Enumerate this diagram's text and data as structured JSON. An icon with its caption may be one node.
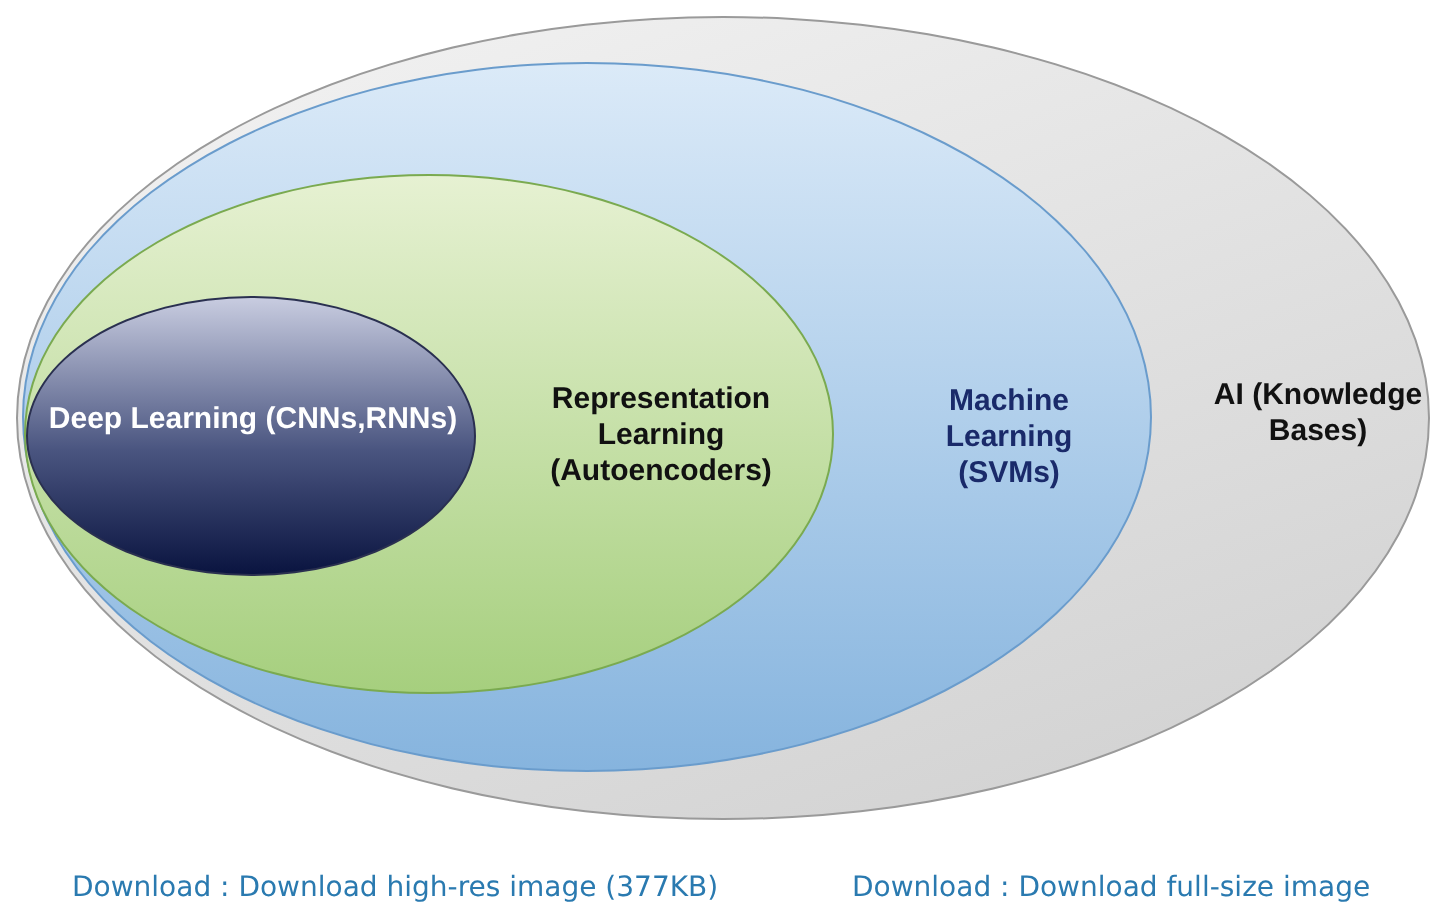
{
  "diagram": {
    "nodes": [
      {
        "text": [
          "AI (Knowledge Bases)"
        ]
      },
      {
        "text": [
          "Machine Learning (SVMs)"
        ],
        "in": 0
      },
      {
        "text": [
          "Representation Learning (Autoencoders)"
        ],
        "in": 1
      },
      {
        "text": [
          "Deep Learning (CNNs,RNNs)"
        ],
        "in": 2
      }
    ],
    "labels": [
      "Download : Download high-res image (377KB)",
      "Download : Download full-size image"
    ]
  }
}
